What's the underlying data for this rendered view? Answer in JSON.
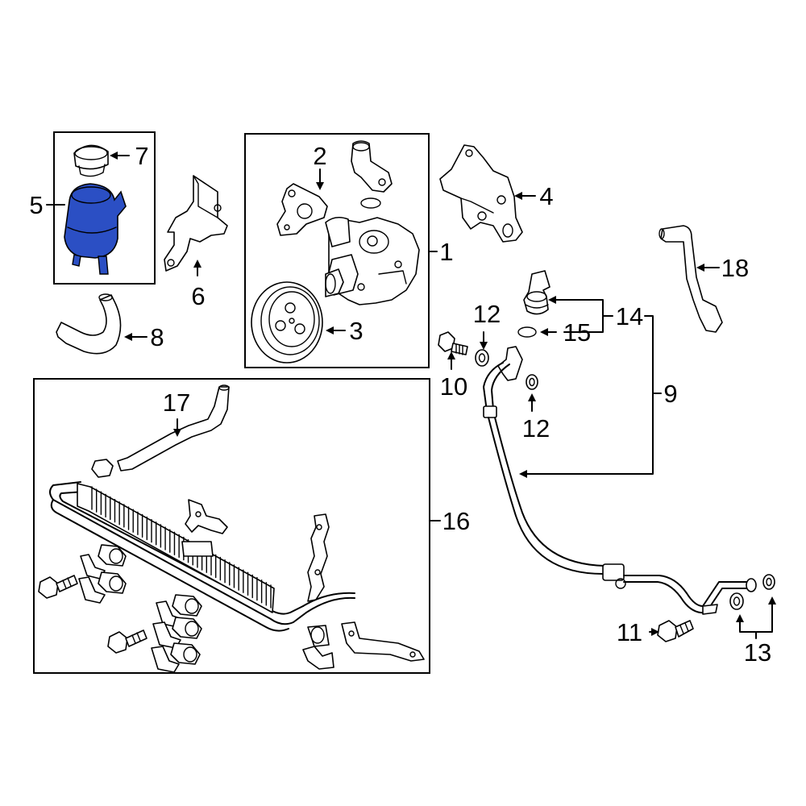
{
  "highlight_color": "#2b4fc4",
  "highlighted_part": "5",
  "callouts": {
    "c1": "1",
    "c2": "2",
    "c3": "3",
    "c4": "4",
    "c5": "5",
    "c6": "6",
    "c7": "7",
    "c8": "8",
    "c9": "9",
    "c10": "10",
    "c11": "11",
    "c12a": "12",
    "c12b": "12",
    "c13": "13",
    "c14": "14",
    "c15": "15",
    "c16": "16",
    "c17": "17",
    "c18": "18"
  }
}
